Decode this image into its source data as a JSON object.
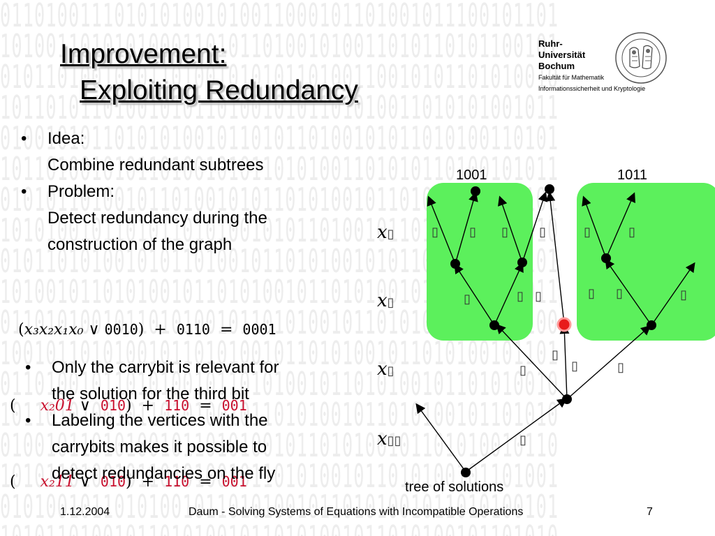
{
  "header": {
    "title_line1": "Improvement:",
    "title_line2": "Exploiting Redundancy",
    "uni_line1": "Ruhr-",
    "uni_line2": "Universität",
    "uni_line3": "Bochum",
    "faculty": "Fakultät für Mathematik",
    "chair": "Informationssicherheit und Kryptologie"
  },
  "bullets_top": [
    {
      "head": "Idea:",
      "body": "Combine redundant subtrees"
    },
    {
      "head": "Problem:",
      "body_line1": "Detect redundancy during the",
      "body_line2": "construction of the graph"
    }
  ],
  "equations": {
    "row1": {
      "open": "(",
      "vars": "x₃x₂x₁x₀",
      "or": "∨",
      "c1": "0010",
      "close": ")",
      "plus": "+",
      "c2": "0110",
      "eq": "=",
      "res": "0001"
    },
    "row2": {
      "open": "(",
      "vars": "x₂01",
      "or": "∨",
      "c1": "010",
      "close": ")",
      "plus": "+",
      "c2": "110",
      "eq": "=",
      "res": "001"
    },
    "row3": {
      "open": "(",
      "vars": "x₂11",
      "or": "∨",
      "c1": "010",
      "close": ")",
      "plus": "+",
      "c2": "110",
      "eq": "=",
      "res": "001"
    }
  },
  "bullets_bottom": [
    {
      "line1": "Only the carrybit is relevant for",
      "line2": "the solution for the third bit"
    },
    {
      "line1": "Labeling the vertices with the",
      "line2": "carrybits makes it possible to",
      "line3": "detect redundancies on the fly"
    }
  ],
  "tree": {
    "label_left": "1001",
    "label_right": "1011",
    "caption": "tree of solutions",
    "x_var": "x",
    "x_subscripts": [
      "▯",
      "▯",
      "▯",
      "▯▯"
    ],
    "edge_label_glyph": "▯",
    "group_color": "#5cf05c",
    "highlight_color": "#e81b1b"
  },
  "footer": {
    "date": "1.12.2004",
    "title": "Daum - Solving Systems of Equations with Incompatible Operations",
    "page": "7"
  }
}
